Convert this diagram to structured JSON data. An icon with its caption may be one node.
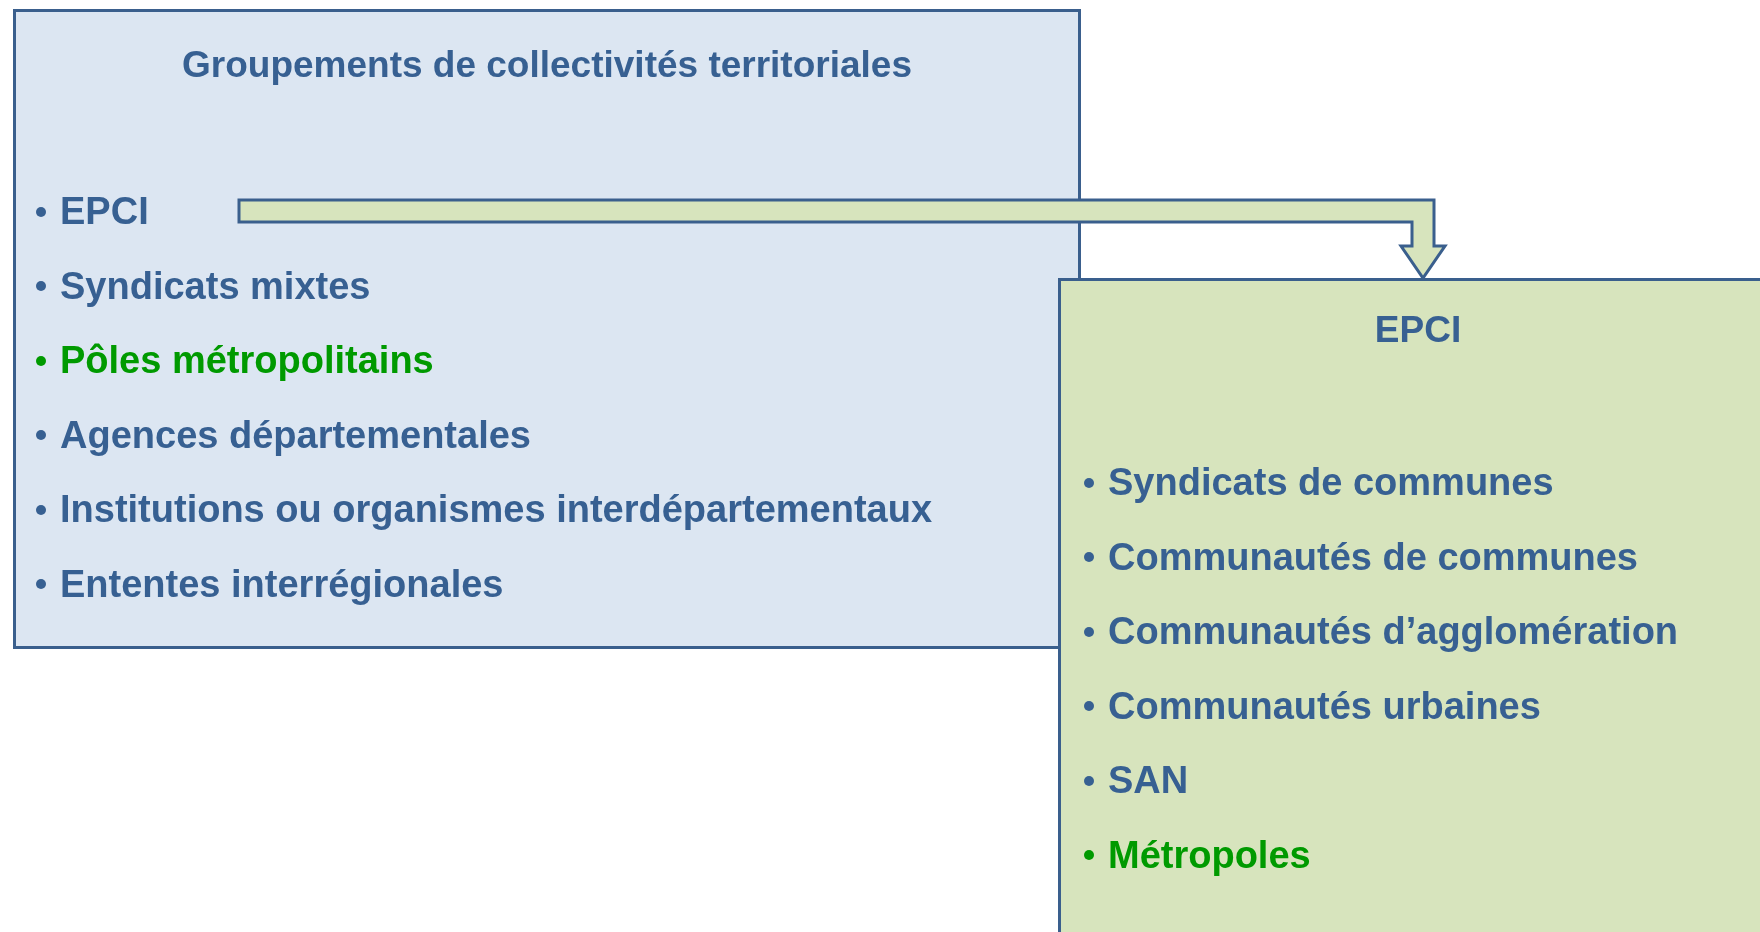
{
  "diagram": {
    "nodes": [
      {
        "text": [
          "Groupements de collectivités territoriales"
        ]
      },
      {
        "text": [
          "EPCI"
        ],
        "in": 0
      },
      {
        "text": [
          "Syndicats mixtes"
        ],
        "in": 0
      },
      {
        "text": [
          "Pôles métropolitains"
        ],
        "in": 0
      },
      {
        "text": [
          "Agences départementales"
        ],
        "in": 0
      },
      {
        "text": [
          "Institutions ou organismes interdépartementaux"
        ],
        "in": 0
      },
      {
        "text": [
          "Ententes interrégionales"
        ],
        "in": 0
      },
      {
        "text": [
          "EPCI"
        ]
      },
      {
        "text": [
          "Syndicats de communes"
        ],
        "in": 7
      },
      {
        "text": [
          "Communautés de communes"
        ],
        "in": 7
      },
      {
        "text": [
          "Communautés d’agglomération"
        ],
        "in": 7
      },
      {
        "text": [
          "Communautés urbaines"
        ],
        "in": 7
      },
      {
        "text": [
          "SAN"
        ],
        "in": 7
      },
      {
        "text": [
          "Métropoles"
        ],
        "in": 7
      }
    ],
    "edges": [
      {
        "from": 1,
        "to": 7,
        "arrow": "to",
        "style": "thick"
      }
    ]
  }
}
